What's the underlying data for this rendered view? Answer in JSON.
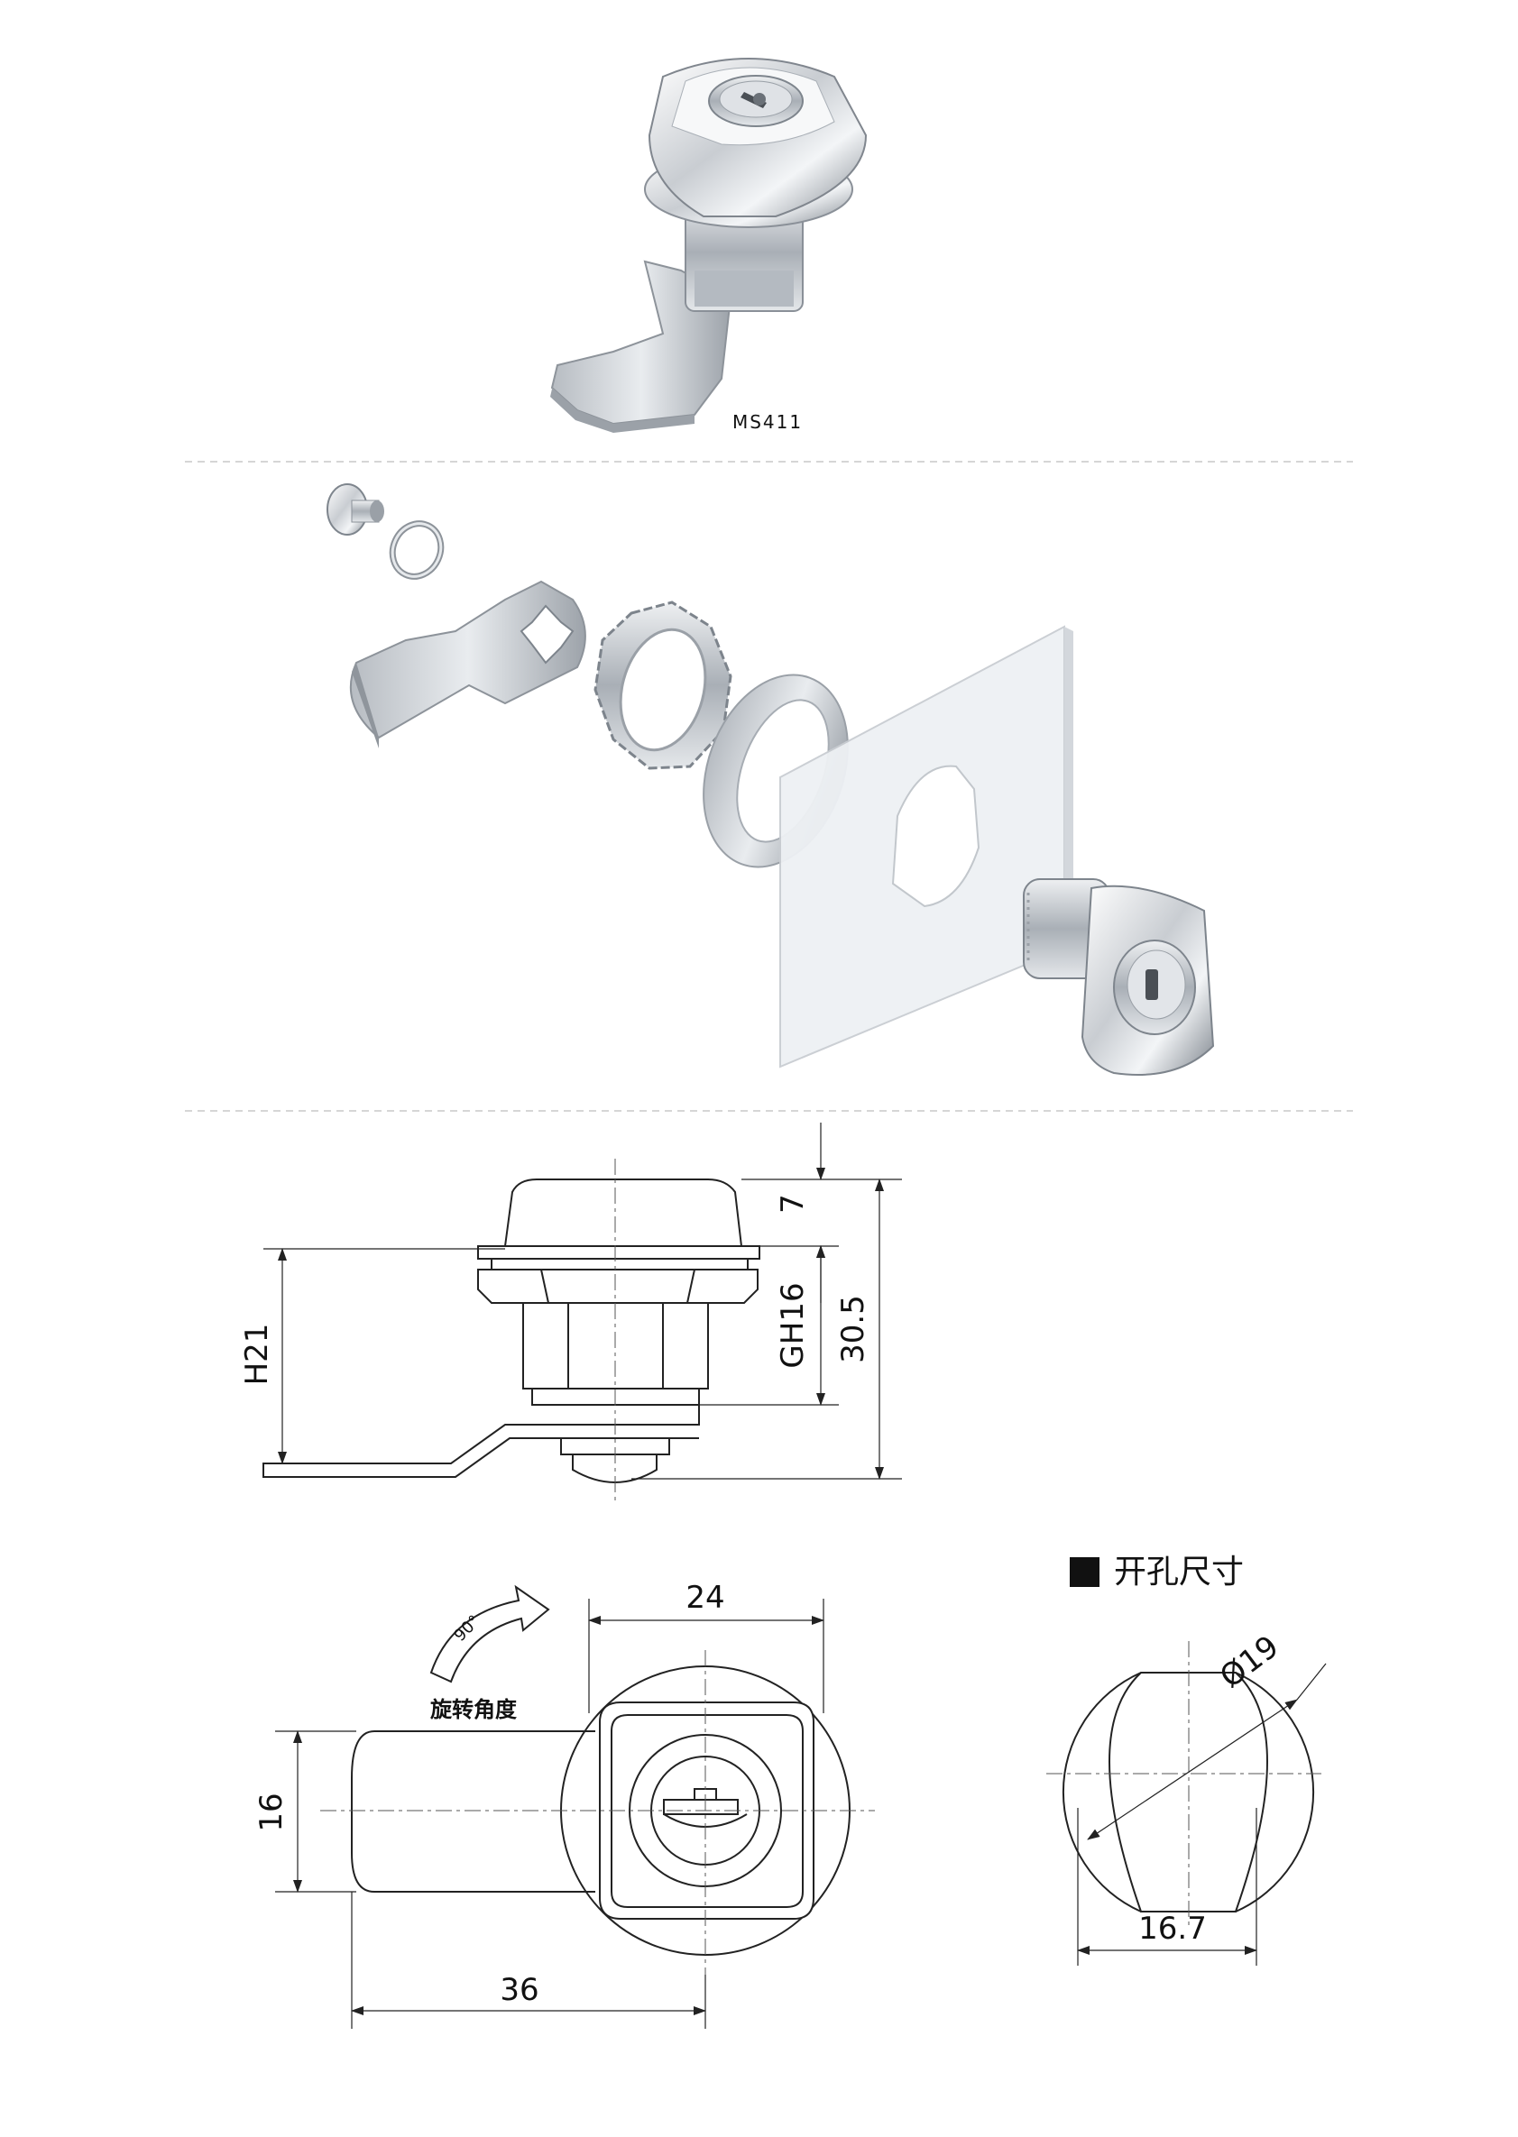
{
  "product": {
    "model": "MS411"
  },
  "side_view": {
    "dim_head_height": "7",
    "dim_thread": "GH16",
    "dim_total_height": "30.5",
    "dim_cam_height": "H21"
  },
  "front_view": {
    "dim_width": "24",
    "dim_cam_width": "16",
    "dim_cam_length": "36",
    "rotation_angle": "90°",
    "rotation_label": "旋转角度"
  },
  "cutout": {
    "title": "开孔尺寸",
    "dim_diameter": "Ø19",
    "dim_flat": "16.7"
  },
  "colors": {
    "line": "#222222",
    "metal_light": "#f2f4f6",
    "metal_dark": "#8a9098",
    "divider": "#c8c8c8"
  }
}
